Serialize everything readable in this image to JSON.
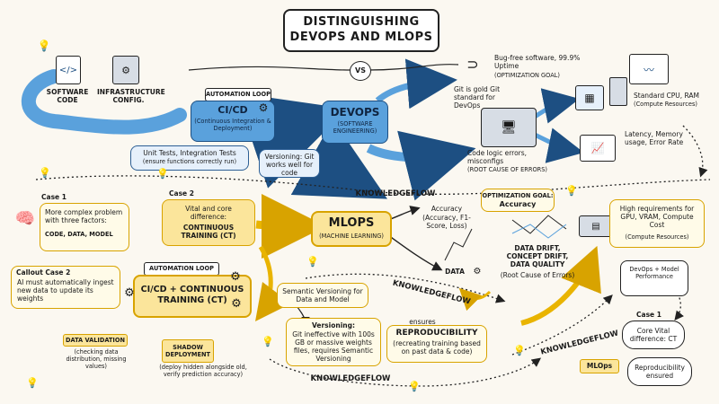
{
  "title": {
    "line1": "DISTINGUISHING",
    "line2": "DEVOPS AND MLOPS"
  },
  "vs": "VS",
  "top_left": {
    "software_code": "SOFTWARE CODE",
    "infra": "INFRASTRUCTURE CONFIG.",
    "automation_loop": "AUTOMATION LOOP",
    "cicd_title": "CI/CD",
    "cicd_sub": "(Continuous Integration & Deployment)",
    "unit_tests": "Unit Tests, Integration Tests",
    "unit_tests_sub": "(ensure functions correctly run)",
    "versioning": "Versioning: Git works well for code"
  },
  "devops": {
    "title": "DEVOPS",
    "sub": "(SOFTWARE ENGINEERING)",
    "git_gold": "Git is gold Git standard for DevOps",
    "bug_free": "Bug-free software, 99.9% Uptime",
    "optimization": "(OPTIMIZATION GOAL)",
    "std_cpu": "Standard CPU, RAM",
    "compute": "(Compute Resources)",
    "code_logic": "Code logic errors, misconfigs",
    "root_cause": "(ROOT CAUSE OF ERRORS)",
    "latency": "Latency, Memory usage, Error Rate"
  },
  "knowledgeflow": "KNOWLEDGEFLOW",
  "left_middle": {
    "case1_label": "Case 1",
    "case1_text": "More complex problem with three factors:",
    "factors": "CODE, DATA, MODEL",
    "case2_label": "Case 2",
    "case2_text": "Vital and core difference:",
    "case2_ct": "CONTINUOUS TRAINING (CT)",
    "callout_label": "Callout Case 2",
    "callout_text": "AI must automatically ingest new data to update its weights",
    "automation_loop": "AUTOMATION LOOP",
    "cicd_ct": "CI/CD + CONTINUOUS TRAINING (CT)",
    "data_validation": "DATA VALIDATION",
    "data_validation_sub": "(checking data distribution, missing values)",
    "shadow": "SHADOW DEPLOYMENT",
    "shadow_sub": "(deploy hidden alongside old, verify prediction accuracy)"
  },
  "mlops": {
    "title": "MLOPS",
    "sub": "(MACHINE LEARNING)",
    "accuracy": "Accuracy",
    "accuracy_sub": "(Accuracy, F1-Score, Loss)",
    "opt_goal": "OPTIMIZATION GOAL:",
    "opt_value": "Accuracy",
    "drift": "DATA DRIFT, CONCEPT DRIFT, DATA QUALITY",
    "drift_sub": "(Root Cause of Errors)",
    "data": "DATA",
    "high_req": "High requirements for GPU, VRAM, Compute Cost",
    "compute": "(Compute Resources)",
    "semantic": "Semantic Versioning for Data and Model",
    "versioning_label": "Versioning:",
    "versioning_text": "Git ineffective with 100s GB or massive weights files, requires Semantic Versioning",
    "ensures": "ensures",
    "reproducibility": "REPRODUCIBILITY",
    "repro_sub": "(recreating training based on past data & code)",
    "perf": "DevOps + Model Performance",
    "case1_label": "Case 1",
    "case1_text": "Core Vital difference: CT",
    "mlops_label": "MLOps",
    "repro_ensured": "Reproducibility ensured"
  }
}
